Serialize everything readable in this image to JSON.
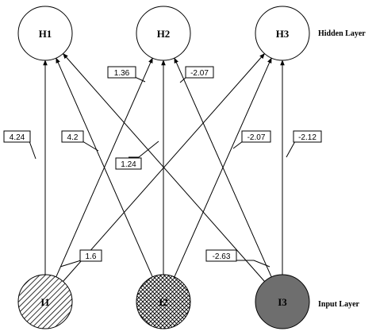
{
  "layers": {
    "hidden_label": "Hidden Layer",
    "input_label": "Input Layer"
  },
  "nodes": {
    "hidden": [
      "H1",
      "H2",
      "H3"
    ],
    "input": [
      "I1",
      "I2",
      "I3"
    ]
  },
  "weights": [
    "4.24",
    "4.2",
    "1.36",
    "-2.07",
    "1.24",
    "-2.07",
    "-2.12",
    "1.6",
    "-2.63"
  ],
  "connections": [
    {
      "from": "I1",
      "to": "H1"
    },
    {
      "from": "I1",
      "to": "H2"
    },
    {
      "from": "I1",
      "to": "H3"
    },
    {
      "from": "I2",
      "to": "H1"
    },
    {
      "from": "I2",
      "to": "H2"
    },
    {
      "from": "I2",
      "to": "H3"
    },
    {
      "from": "I3",
      "to": "H1"
    },
    {
      "from": "I3",
      "to": "H2"
    },
    {
      "from": "I3",
      "to": "H3"
    }
  ],
  "colors": {
    "stroke": "#000000",
    "hidden_fill": "#ffffff",
    "i3_fill": "#6e6e6e"
  }
}
